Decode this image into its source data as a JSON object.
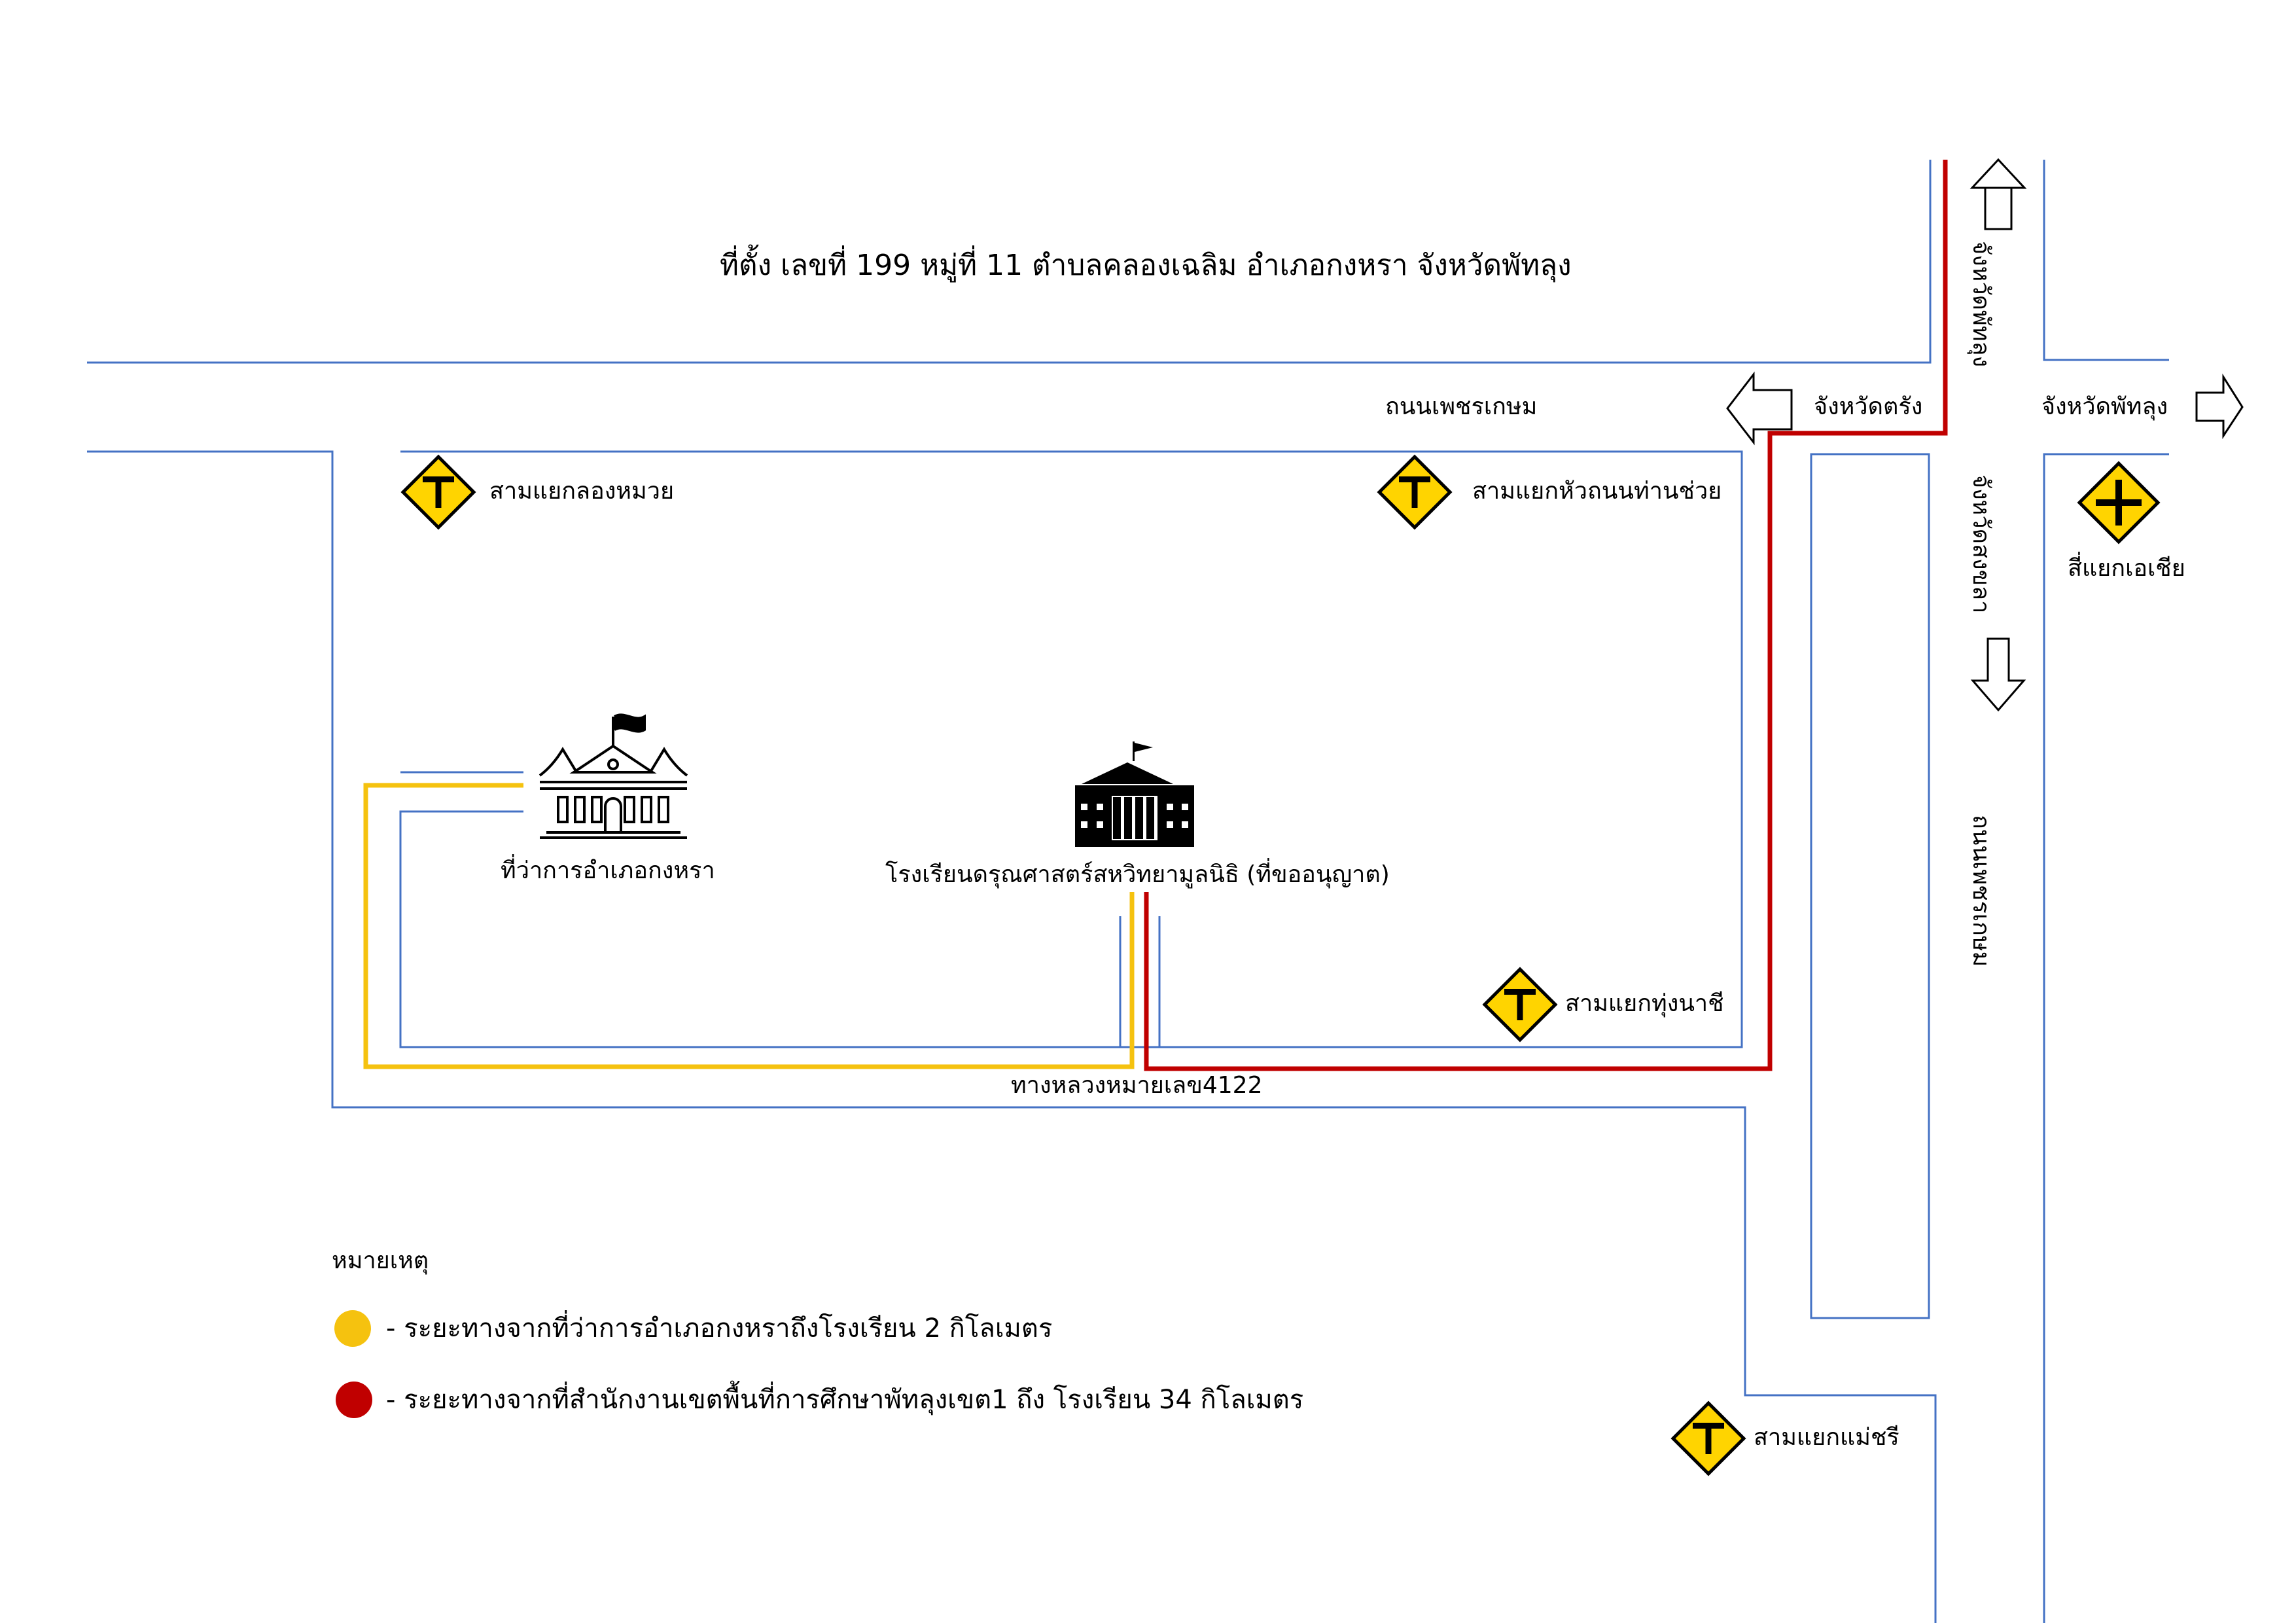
{
  "title": "ที่ตั้ง เลขที่ 199 หมู่ที่ 11 ตำบลคลองเฉลิม  อำเภอกงหรา  จังหวัดพัทลุง",
  "roads": {
    "petchkasem": "ถนนเพชรเกษม",
    "highway": "ทางหลวงหมายเลข4122",
    "to_phatthalung_north": "จังหวัดพัทลุง",
    "to_songkhla": "จังหวัดสงขลา",
    "petchkasem_vertical": "ถนนเพชรเกษม"
  },
  "directions": {
    "to_trang": "จังหวัดตรัง",
    "to_phatthalung_east": "จังหวัดพัทลุง"
  },
  "intersections": {
    "khlong_muai": "สามแยกลองหมวย",
    "hua_thanon": "สามแยกหัวถนนท่านช่วย",
    "asia": "สี่แยกเอเชีย",
    "thung_nachi": "สามแยกทุ่งนาชี",
    "mae_chi": "สามแยกแม่ชรี"
  },
  "places": {
    "district_office": "ที่ว่าการอำเภอกงหรา",
    "school": "โรงเรียนดรุณศาสตร์สหวิทยามูลนิธิ (ที่ขออนุญาต)"
  },
  "legend": {
    "heading": "หมายเหตุ",
    "items": [
      {
        "color": "#f5c20f",
        "text": "- ระยะทางจากที่ว่าการอำเภอกงหราถึงโรงเรียน  2  กิโลเมตร"
      },
      {
        "color": "#c00000",
        "text": "- ระยะทางจากที่สำนักงานเขตพื้นที่การศึกษาพัทลุงเขต1 ถึง โรงเรียน  34  กิโลเมตร"
      }
    ]
  },
  "colors": {
    "road": "#4472c4",
    "yellow_route": "#f5c20f",
    "red_route": "#c00000",
    "sign_fill": "#ffd400"
  },
  "icons": {
    "t_junction": "t-junction-sign-icon",
    "crossroads": "crossroads-sign-icon",
    "district_office": "thai-government-building-icon",
    "school": "school-building-icon"
  }
}
